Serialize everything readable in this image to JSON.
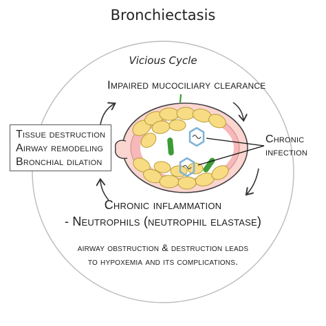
{
  "title": "Bronchiectasis",
  "cycle": {
    "title": "Vicious Cycle",
    "top_step": "Impaired mucociliary clearance",
    "right_step": [
      "Chronic",
      "infection"
    ],
    "bottom_step": [
      "Chronic inflammation",
      "- Neutrophils (neutrophil elastase)"
    ],
    "left_step": [
      "Tissue destruction",
      "Airway remodeling",
      "Bronchial dilation"
    ]
  },
  "footnote": [
    "airway obstruction & destruction leads",
    "to hypoxemia and its complications."
  ],
  "colors": {
    "wall": "#f6b8b8",
    "neutrophil": "#f7dc84",
    "neutrophil_edge": "#b89b33",
    "bacteria": "#3d9b35",
    "virus": "#7fb1d6",
    "outline": "#444444"
  }
}
